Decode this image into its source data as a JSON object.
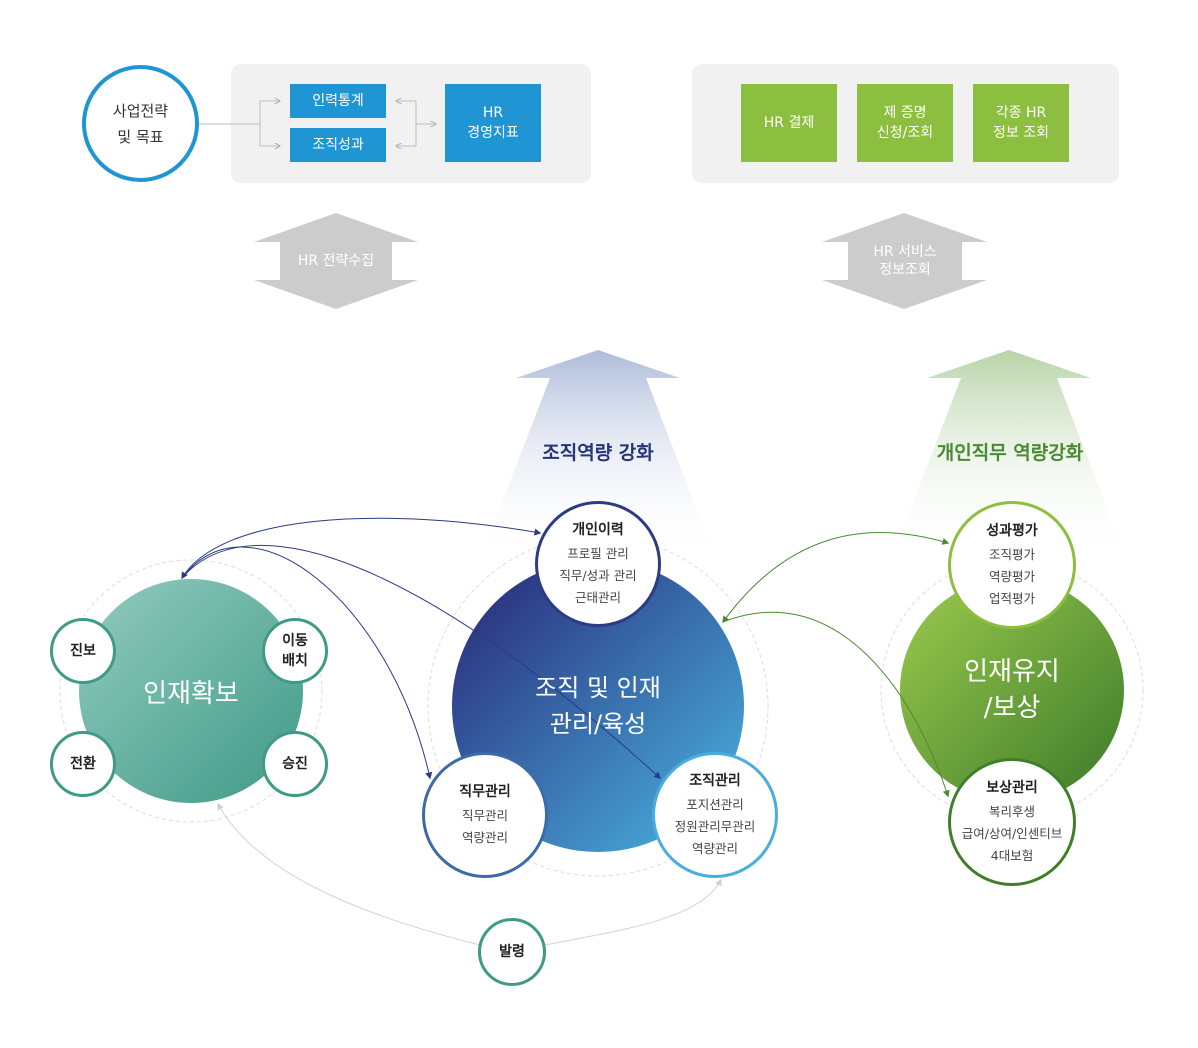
{
  "top_left": {
    "goal_circle": "사업전략\n및 목표",
    "box_stats": "인력통계",
    "box_perf": "조직성과",
    "box_hr_index": "HR\n경영지표"
  },
  "top_right": {
    "box_approval": "HR 결제",
    "box_certificate": "제 증명\n신청/조회",
    "box_info": "각종 HR\n정보 조회"
  },
  "double_arrows": {
    "left": "HR 전략수집",
    "right": "HR 서비스\n정보조회"
  },
  "up_arrows": {
    "center_label": "조직역량 강화",
    "right_label": "개인직무 역량강화"
  },
  "left_cluster": {
    "center": "인재확보",
    "promotion": "진보",
    "transfer": "이동\n배치",
    "conversion": "전환",
    "advancement": "승진"
  },
  "center_cluster": {
    "center": "조직 및 인재\n관리/육성",
    "personal_history": {
      "title": "개인이력",
      "items": [
        "프로필 관리",
        "직무/성과 관리",
        "근태관리"
      ]
    },
    "job_management": {
      "title": "직무관리",
      "items": [
        "직무관리",
        "역량관리"
      ]
    },
    "org_management": {
      "title": "조직관리",
      "items": [
        "포지션관리",
        "정원관리무관리",
        "역량관리"
      ]
    }
  },
  "right_cluster": {
    "center": "인재유지\n/보상",
    "performance_eval": {
      "title": "성과평가",
      "items": [
        "조직평가",
        "역량평가",
        "업적평가"
      ]
    },
    "compensation": {
      "title": "보상관리",
      "items": [
        "복리후생",
        "급여/상여/인센티브",
        "4대보험"
      ]
    }
  },
  "appointment": "발령",
  "colors": {
    "blue_box": "#1f96d3",
    "green_box": "#8cbf3f",
    "teal": "#4fa493",
    "navy": "#2b3a84",
    "green_dark": "#3f7f2a"
  }
}
